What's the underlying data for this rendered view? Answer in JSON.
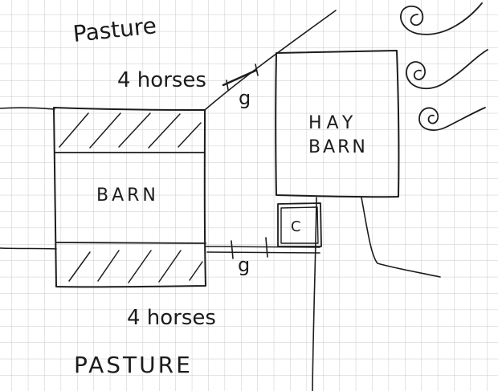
{
  "colors": {
    "paper": "#ffffff",
    "grid": "#c9c9c9",
    "ink": "#1c1c1c"
  },
  "labels": {
    "pasture_top": "Pasture",
    "horses_top": "4 horses",
    "gate_top": "g",
    "hay_barn_line1": "HAY",
    "hay_barn_line2": "BARN",
    "barn": "BARN",
    "c_stall": "C",
    "gate_bottom": "g",
    "horses_bottom": "4 horses",
    "pasture_bottom": "PASTURE"
  },
  "icons": [
    "swirl-icon",
    "swirl-icon",
    "swirl-icon"
  ]
}
